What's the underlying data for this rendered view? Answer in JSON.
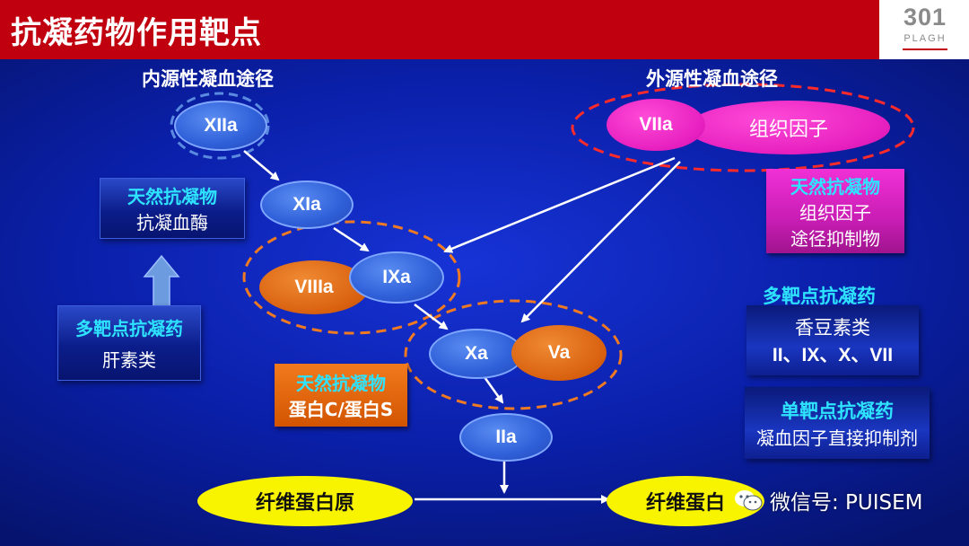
{
  "header": {
    "title": "抗凝药物作用靶点",
    "logo_number": "301",
    "logo_text": "PLAGH"
  },
  "diagram": {
    "intrinsic_title": "内源性凝血途径",
    "extrinsic_title": "外源性凝血途径",
    "nodes": {
      "xiia": "XIIa",
      "xia": "XIa",
      "viiia": "VIIIa",
      "ixa": "IXa",
      "xa": "Xa",
      "va": "Va",
      "iia": "IIa",
      "viia": "VIIa",
      "tissue_factor": "组织因子",
      "fibrinogen": "纤维蛋白原",
      "fibrin": "纤维蛋白"
    },
    "boxes": {
      "natural_antithrombin": {
        "title": "天然抗凝物",
        "line1": "抗凝血酶"
      },
      "heparin": {
        "title": "多靶点抗凝药",
        "line1": "肝素类"
      },
      "protein_cs": {
        "title": "天然抗凝物",
        "line1": "蛋白C/蛋白S"
      },
      "tfpi": {
        "title": "天然抗凝物",
        "line1": "组织因子",
        "line2": "途径抑制物"
      },
      "coumarin": {
        "title": "多靶点抗凝药",
        "line1": "香豆素类",
        "line2": "II、IX、X、VII"
      },
      "direct_inhibitor": {
        "title": "单靶点抗凝药",
        "line1": "凝血因子直接抑制剂"
      }
    }
  },
  "watermark": {
    "text": "微信号: PUISEM",
    "icon": "wechat-icon"
  },
  "colors": {
    "header_red": "#c1000f",
    "background_blue": "#0a1fa8",
    "accent_cyan": "#2ee3ff",
    "dash_orange": "#f07a22",
    "dash_red": "#ff2a2a"
  }
}
